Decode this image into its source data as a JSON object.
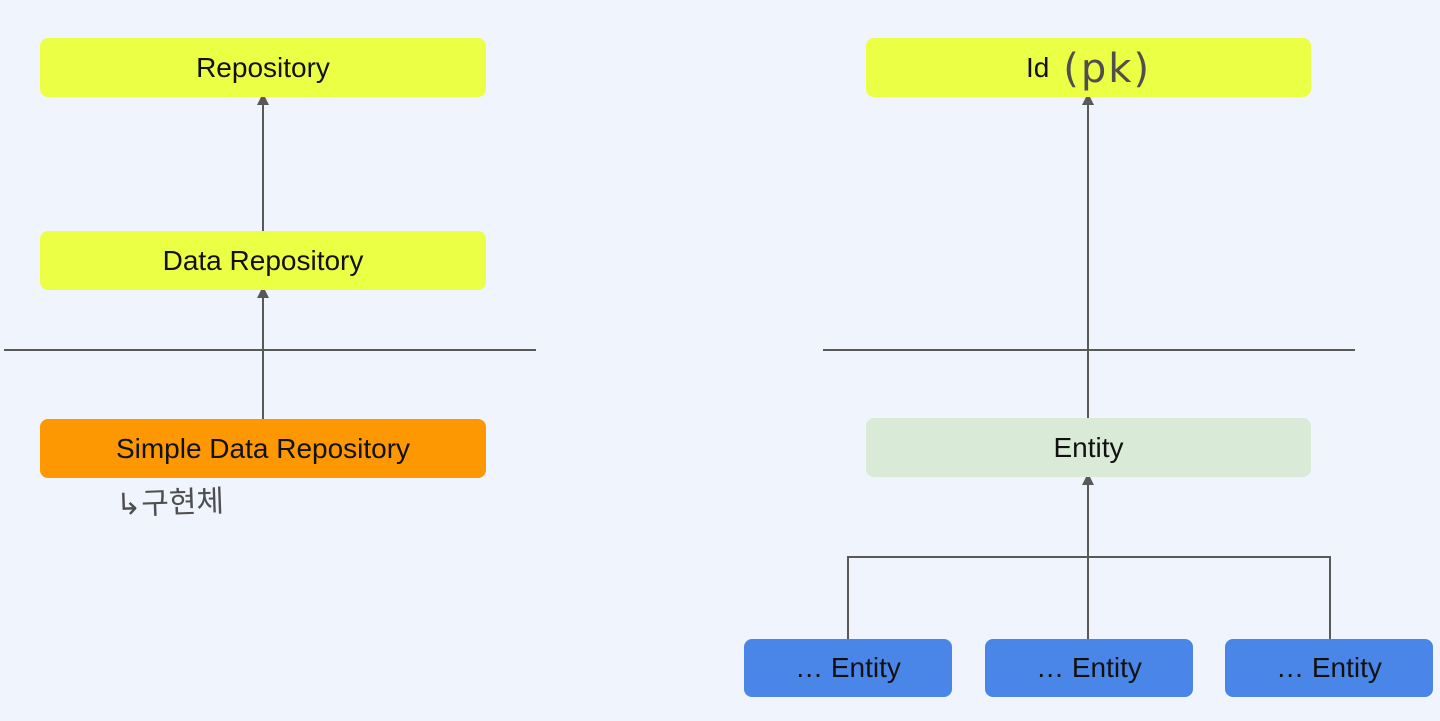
{
  "left_diagram": {
    "repository": "Repository",
    "data_repository": "Data Repository",
    "simple_data_repository": "Simple Data Repository",
    "handwritten_note": "↳구현체"
  },
  "right_diagram": {
    "id": "Id",
    "id_handwritten_note": "(pk)",
    "entity": "Entity",
    "sub_entities": [
      "… Entity",
      "… Entity",
      "… Entity"
    ]
  },
  "colors": {
    "background": "#eff4fd",
    "yellow_box": "#ebff45",
    "orange_box": "#fd9702",
    "green_box": "#d9ead6",
    "blue_box": "#4a86e8",
    "line": "#595959"
  }
}
